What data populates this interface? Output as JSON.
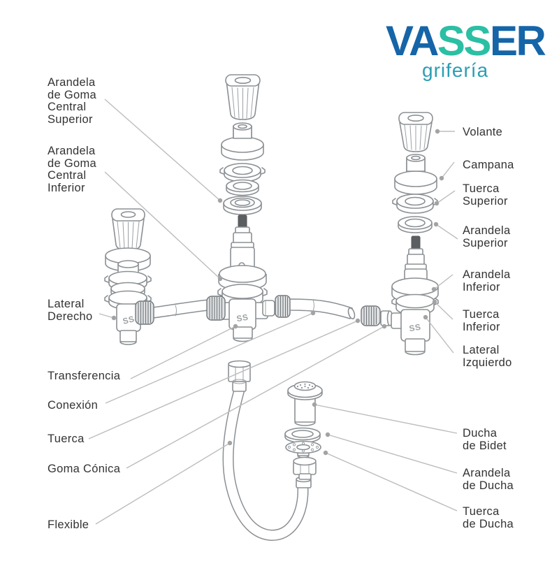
{
  "brand": {
    "logo": {
      "part1": "VA",
      "part2": "SS",
      "part3": "ER",
      "tagline": "grifería",
      "primary_color": "#1565a8",
      "accent_color": "#2bbfa4",
      "tagline_color": "#2b9eb3"
    }
  },
  "diagram": {
    "valve_marking": "SS",
    "line_color": "#8b9094",
    "leader_color": "#bdbdbd",
    "labels": {
      "left": [
        {
          "id": "arandela-goma-central-superior",
          "lines": [
            "Arandela",
            "de Goma",
            "Central",
            "Superior"
          ]
        },
        {
          "id": "arandela-goma-central-inferior",
          "lines": [
            "Arandela",
            "de Goma",
            "Central",
            "Inferior"
          ]
        },
        {
          "id": "lateral-derecho",
          "lines": [
            "Lateral",
            "Derecho"
          ]
        },
        {
          "id": "transferencia",
          "lines": [
            "Transferencia"
          ]
        },
        {
          "id": "conexion",
          "lines": [
            "Conexión"
          ]
        },
        {
          "id": "tuerca",
          "lines": [
            "Tuerca"
          ]
        },
        {
          "id": "goma-conica",
          "lines": [
            "Goma Cónica"
          ]
        },
        {
          "id": "flexible",
          "lines": [
            "Flexible"
          ]
        }
      ],
      "right": [
        {
          "id": "volante",
          "lines": [
            "Volante"
          ]
        },
        {
          "id": "campana",
          "lines": [
            "Campana"
          ]
        },
        {
          "id": "tuerca-superior",
          "lines": [
            "Tuerca",
            "Superior"
          ]
        },
        {
          "id": "arandela-superior",
          "lines": [
            "Arandela",
            "Superior"
          ]
        },
        {
          "id": "arandela-inferior",
          "lines": [
            "Arandela",
            "Inferior"
          ]
        },
        {
          "id": "tuerca-inferior",
          "lines": [
            "Tuerca",
            "Inferior"
          ]
        },
        {
          "id": "lateral-izquierdo",
          "lines": [
            "Lateral",
            "Izquierdo"
          ]
        },
        {
          "id": "ducha-de-bidet",
          "lines": [
            "Ducha",
            "de Bidet"
          ]
        },
        {
          "id": "arandela-de-ducha",
          "lines": [
            "Arandela",
            "de Ducha"
          ]
        },
        {
          "id": "tuerca-de-ducha",
          "lines": [
            "Tuerca",
            "de Ducha"
          ]
        }
      ]
    }
  }
}
